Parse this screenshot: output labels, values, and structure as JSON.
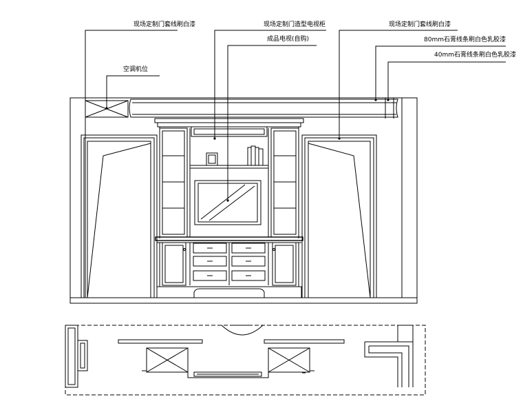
{
  "annotations": {
    "door_frame_left": "现场定制门套线刷白漆",
    "tv_cabinet": "现场定制门造型电视柜",
    "door_frame_right": "现场定制门套线刷白漆",
    "tv": "成品电视(自购)",
    "molding_80": "80mm石膏线条刷白色乳胶漆",
    "molding_40": "40mm石膏线条刷白色乳胶漆",
    "ac_position": "空调机位"
  }
}
